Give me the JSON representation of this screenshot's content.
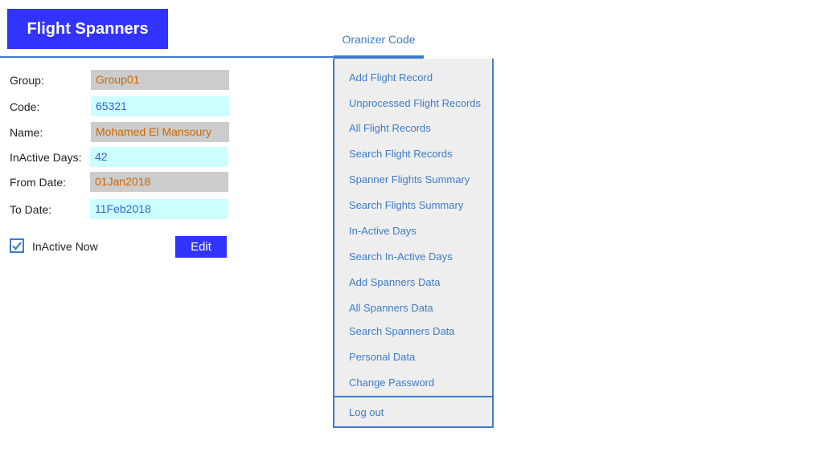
{
  "header": {
    "logo_text": "Flight Spanners",
    "nav_tab_label": "Oranizer Code"
  },
  "form": {
    "group_label": "Group:",
    "group_value": "Group01",
    "code_label": "Code:",
    "code_value": "65321",
    "name_label": "Name:",
    "name_value": "Mohamed El Mansoury",
    "inactive_days_label": "InActive Days:",
    "inactive_days_value": "42",
    "from_date_label": "From Date:",
    "from_date_value": "01Jan2018",
    "to_date_label": "To Date:",
    "to_date_value": "11Feb2018",
    "inactive_now_label": "InActive Now",
    "inactive_now_checked": true,
    "edit_label": "Edit"
  },
  "menu": {
    "items": [
      "Add Flight Record",
      "Unprocessed Flight Records",
      "All Flight Records",
      "Search Flight Records",
      "Spanner Flights Summary",
      "Search Flights Summary",
      "In-Active Days",
      "Search In-Active Days",
      "Add Spanners Data",
      "All Spanners Data",
      "Search Spanners Data",
      "Personal Data",
      "Change Password"
    ],
    "logout_label": "Log out"
  },
  "colors": {
    "brand": "#3333ff",
    "accent": "#3d7cc9",
    "readonly_field": "#cccccc",
    "editable_field": "#ccffff"
  }
}
